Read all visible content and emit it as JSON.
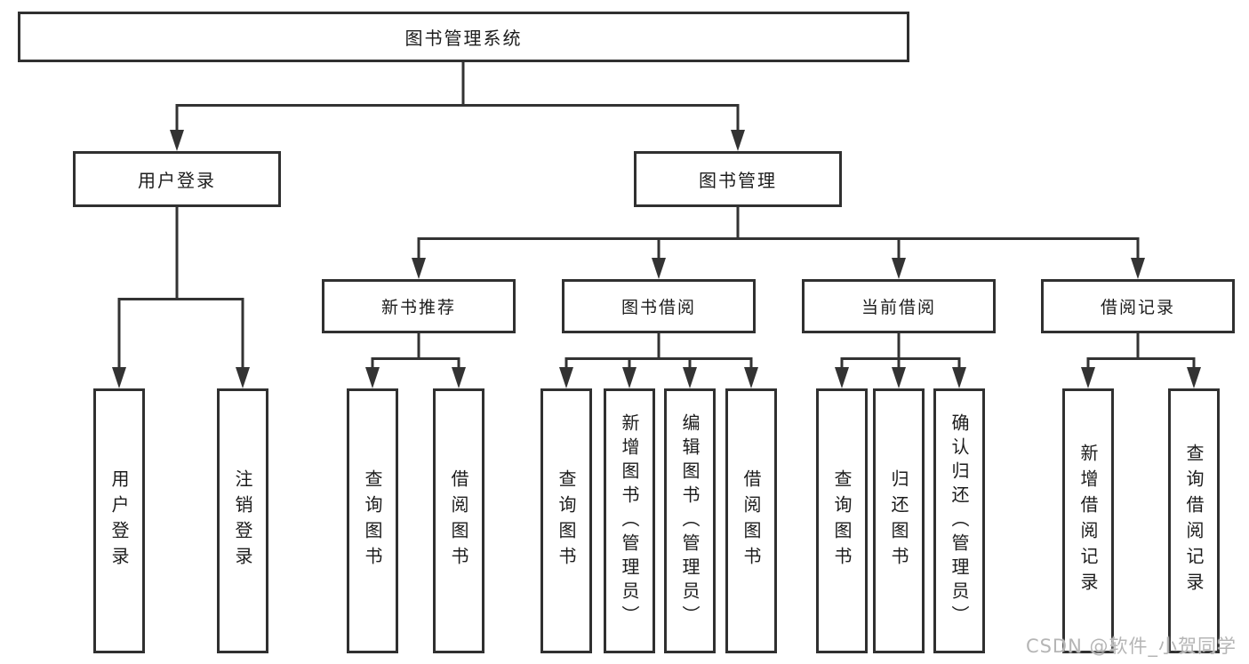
{
  "diagram_type": "hierarchy-tree",
  "colors": {
    "background": "#ffffff",
    "line": "#333333",
    "box_border": "#303030",
    "text": "#1c1c1c",
    "watermark": "#b5b5b5"
  },
  "tree": {
    "label": "图书管理系统",
    "children": [
      {
        "label": "用户登录",
        "children": [
          {
            "label": "用户登录"
          },
          {
            "label": "注销登录"
          }
        ]
      },
      {
        "label": "图书管理",
        "children": [
          {
            "label": "新书推荐",
            "children": [
              {
                "label": "查询图书"
              },
              {
                "label": "借阅图书"
              }
            ]
          },
          {
            "label": "图书借阅",
            "children": [
              {
                "label": "查询图书"
              },
              {
                "label": "新增图书（管理员）"
              },
              {
                "label": "编辑图书（管理员）"
              },
              {
                "label": "借阅图书"
              }
            ]
          },
          {
            "label": "当前借阅",
            "children": [
              {
                "label": "查询图书"
              },
              {
                "label": "归还图书"
              },
              {
                "label": "确认归还（管理员）"
              }
            ]
          },
          {
            "label": "借阅记录",
            "children": [
              {
                "label": "新增借阅记录"
              },
              {
                "label": "查询借阅记录"
              }
            ]
          }
        ]
      }
    ]
  },
  "watermark": {
    "text": "CSDN @软件_小贺同学"
  }
}
